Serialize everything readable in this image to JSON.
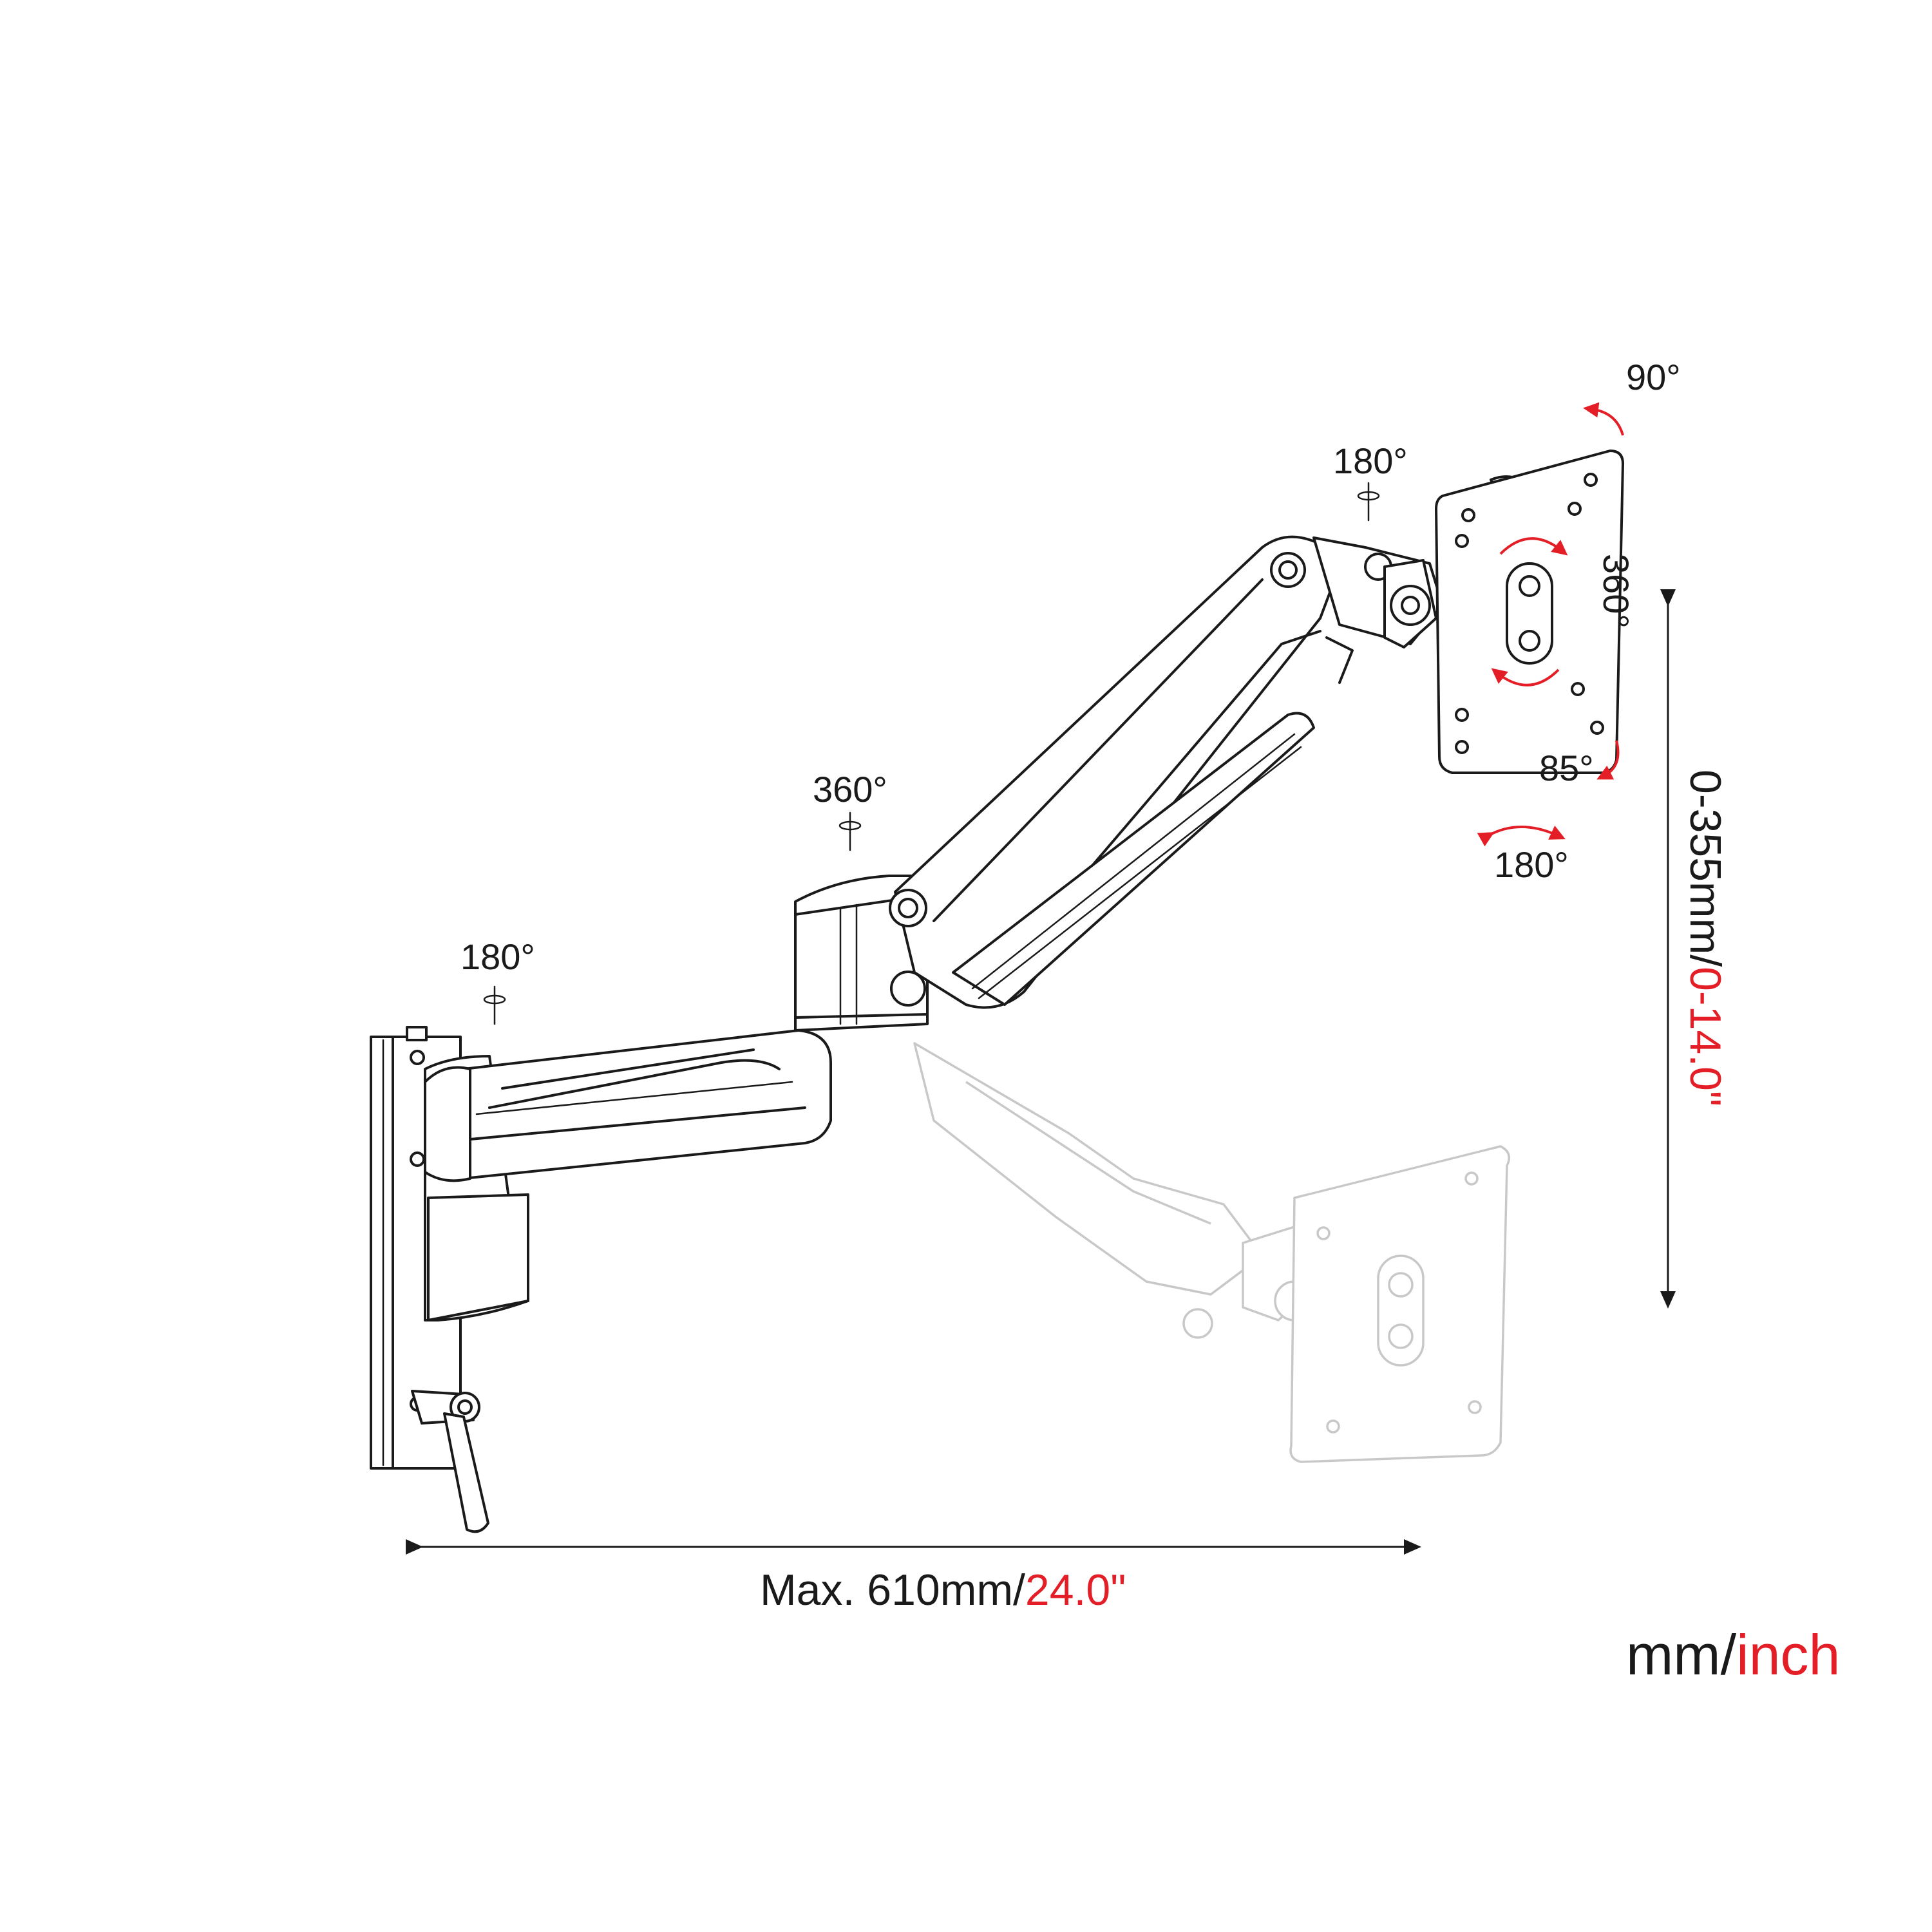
{
  "labels": {
    "base_swivel": "180°",
    "elbow_swivel": "360°",
    "head_swivel": "180°",
    "tilt_up": "90°",
    "rotation": "360°",
    "tilt_down": "85°",
    "pan": "180°"
  },
  "dimensions": {
    "height_prefix": "0-355mm/",
    "height_inch": "0-14.0\"",
    "reach_prefix": "Max. 610mm/",
    "reach_inch": "24.0\""
  },
  "units": {
    "metric": "mm/",
    "imperial": "inch"
  },
  "colors": {
    "text": "#1a1a1a",
    "accent": "#e41e26",
    "ghost": "#c8c8c8"
  }
}
